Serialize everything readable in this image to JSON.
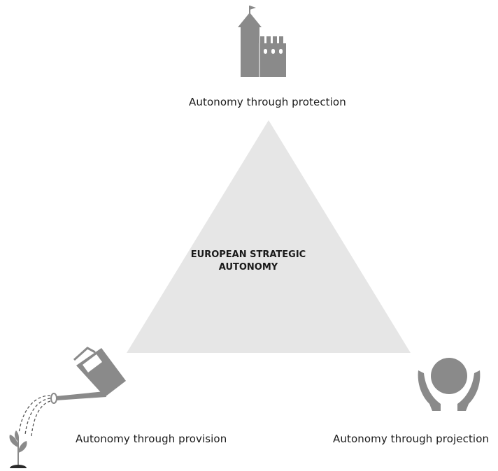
{
  "center": {
    "line1": "EUROPEAN STRATEGIC",
    "line2": "AUTONOMY"
  },
  "nodes": {
    "protection": {
      "label": "Autonomy through protection",
      "icon": "castle-icon"
    },
    "provision": {
      "label": "Autonomy through provision",
      "icon": "watering-can-icon"
    },
    "projection": {
      "label": "Autonomy through projection",
      "icon": "hands-globe-icon"
    }
  },
  "colors": {
    "triangle": "#e6e6e6",
    "icon": "#8a8a8a",
    "text": "#1a1a1a"
  }
}
